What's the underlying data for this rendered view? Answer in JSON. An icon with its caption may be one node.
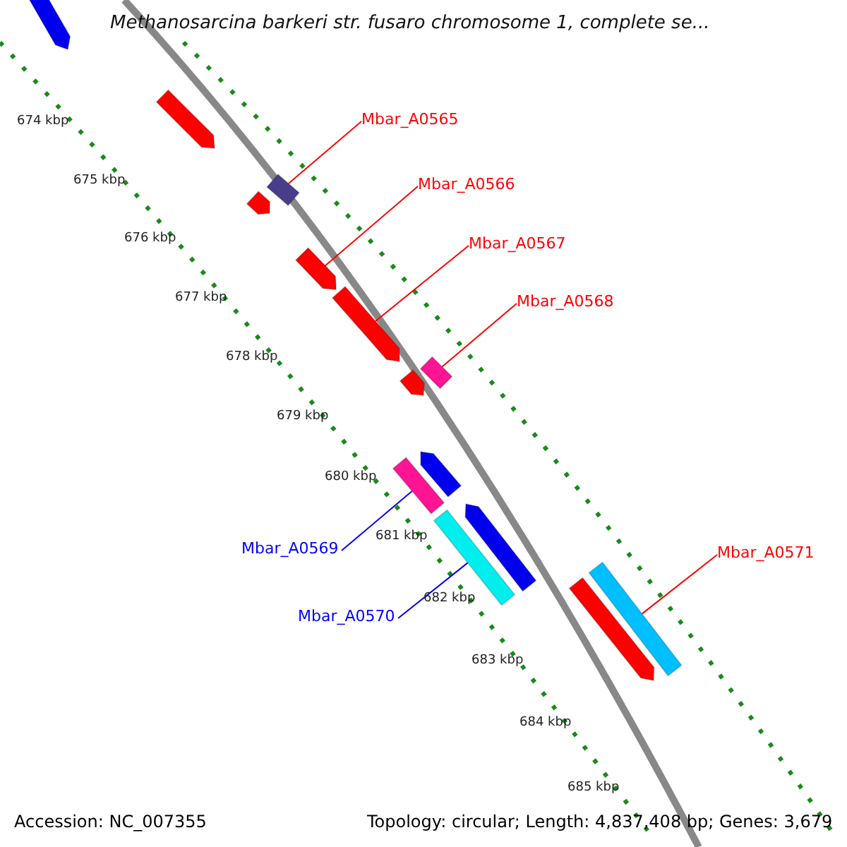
{
  "diagram": {
    "title": "Methanosarcina barkeri str. fusaro chromosome 1, complete se...",
    "nodes": [
      {
        "text": [
          "Mbar_A0565"
        ]
      },
      {
        "text": [
          "Mbar_A0566"
        ]
      },
      {
        "text": [
          "Mbar_A0567"
        ]
      },
      {
        "text": [
          "Mbar_A0568"
        ]
      },
      {
        "text": [
          "Mbar_A0569"
        ]
      },
      {
        "text": [
          "Mbar_A0570"
        ]
      },
      {
        "text": [
          "Mbar_A0571"
        ]
      },
      {
        "text": [],
        "shape": "bar"
      },
      {
        "text": [],
        "shape": "bar"
      },
      {
        "text": [],
        "shape": "bar"
      },
      {
        "text": [],
        "shape": "bar"
      },
      {
        "text": [],
        "shape": "bar"
      },
      {
        "text": [],
        "shape": "bar"
      },
      {
        "text": [],
        "shape": "bar"
      },
      {
        "text": [],
        "shape": "bar"
      }
    ],
    "edges": [
      {
        "from": 0,
        "to": 7,
        "arrow": "none"
      },
      {
        "from": 1,
        "to": 8,
        "arrow": "none"
      },
      {
        "from": 2,
        "to": 9,
        "arrow": "none"
      },
      {
        "from": 3,
        "to": 10,
        "arrow": "none"
      },
      {
        "from": 4,
        "to": 11,
        "arrow": "none",
        "color": "#0000ff"
      },
      {
        "from": 5,
        "to": 12,
        "arrow": "none",
        "color": "#0000ff"
      },
      {
        "from": 6,
        "to": 13,
        "arrow": "none"
      }
    ],
    "labels": [
      "674 kbp",
      "675 kbp",
      "676 kbp",
      "677 kbp",
      "678 kbp",
      "679 kbp",
      "680 kbp",
      "681 kbp",
      "682 kbp",
      "683 kbp",
      "684 kbp",
      "685 kbp",
      "Accession: NC_007355",
      "Topology: circular; Length: 4,837,408 bp; Genes: 3,679"
    ]
  }
}
